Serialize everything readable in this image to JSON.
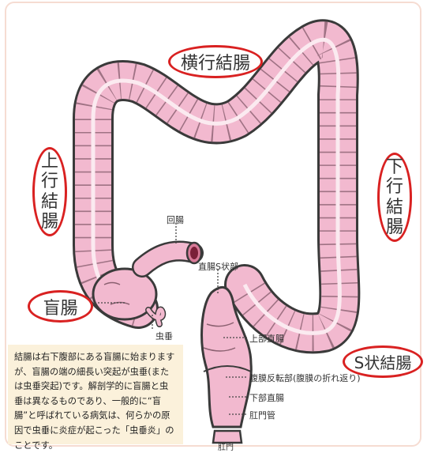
{
  "labels": {
    "transverse_colon": "横行結腸",
    "ascending_colon": [
      "上",
      "行",
      "結",
      "腸"
    ],
    "descending_colon": [
      "下",
      "行",
      "結",
      "腸"
    ],
    "cecum": "盲腸",
    "sigmoid_colon": "S状結腸",
    "ileum": "回腸",
    "appendix": "虫垂",
    "rectosigmoid": "直腸S状部",
    "upper_rectum": "上部直腸",
    "peritoneal_reflection": "腹膜反転部(腹膜の折れ返り)",
    "lower_rectum": "下部直腸",
    "anal_canal": "肛門管",
    "anus": "肛門"
  },
  "note": {
    "text": "結腸は右下腹部にある盲腸に始まりますが、盲腸の端の細長い突起が虫垂(または虫垂突起)です。解剖学的に盲腸と虫垂は異なるものであり、一般的に“盲腸”と呼ばれている病気は、何らかの原因で虫垂に炎症が起こった「虫垂炎」のことです。"
  },
  "colors": {
    "colon_fill": "#f2b9cf",
    "colon_outline": "#3a3a3a",
    "highlight_ring": "#d92121",
    "note_bg": "#fbf1db"
  }
}
